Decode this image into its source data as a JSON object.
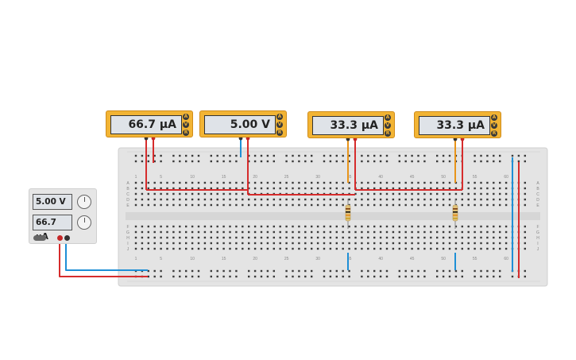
{
  "meters": [
    {
      "id": "meter-1",
      "reading": "66.7 µA",
      "buttons": [
        "A",
        "V",
        "R"
      ]
    },
    {
      "id": "meter-2",
      "reading": "5.00 V",
      "buttons": [
        "A",
        "V",
        "R"
      ]
    },
    {
      "id": "meter-3",
      "reading": "33.3 µA",
      "buttons": [
        "A",
        "V",
        "R"
      ]
    },
    {
      "id": "meter-4",
      "reading": "33.3 µA",
      "buttons": [
        "A",
        "V",
        "R"
      ]
    }
  ],
  "power_supply": {
    "voltage": "5.00 V",
    "current": "66.7 µA",
    "power_icon": "power-switch-icon"
  },
  "breadboard": {
    "top_numbers": [
      "1",
      "5",
      "10",
      "15",
      "20",
      "25",
      "30",
      "35",
      "40",
      "45",
      "50",
      "55",
      "60"
    ],
    "bottom_numbers": [
      "1",
      "5",
      "10",
      "15",
      "20",
      "25",
      "30",
      "35",
      "40",
      "45",
      "50",
      "55",
      "60"
    ],
    "row_letters_top": [
      "A",
      "B",
      "C",
      "D",
      "E"
    ],
    "row_letters_bottom": [
      "F",
      "G",
      "H",
      "I",
      "J"
    ]
  },
  "colors": {
    "meter": "#f2b434",
    "wire_red": "#d62c2c",
    "wire_blue": "#1e8fd6",
    "wire_orange": "#e8941a",
    "board": "#e4e4e4",
    "hole": "#3b3b3b"
  }
}
